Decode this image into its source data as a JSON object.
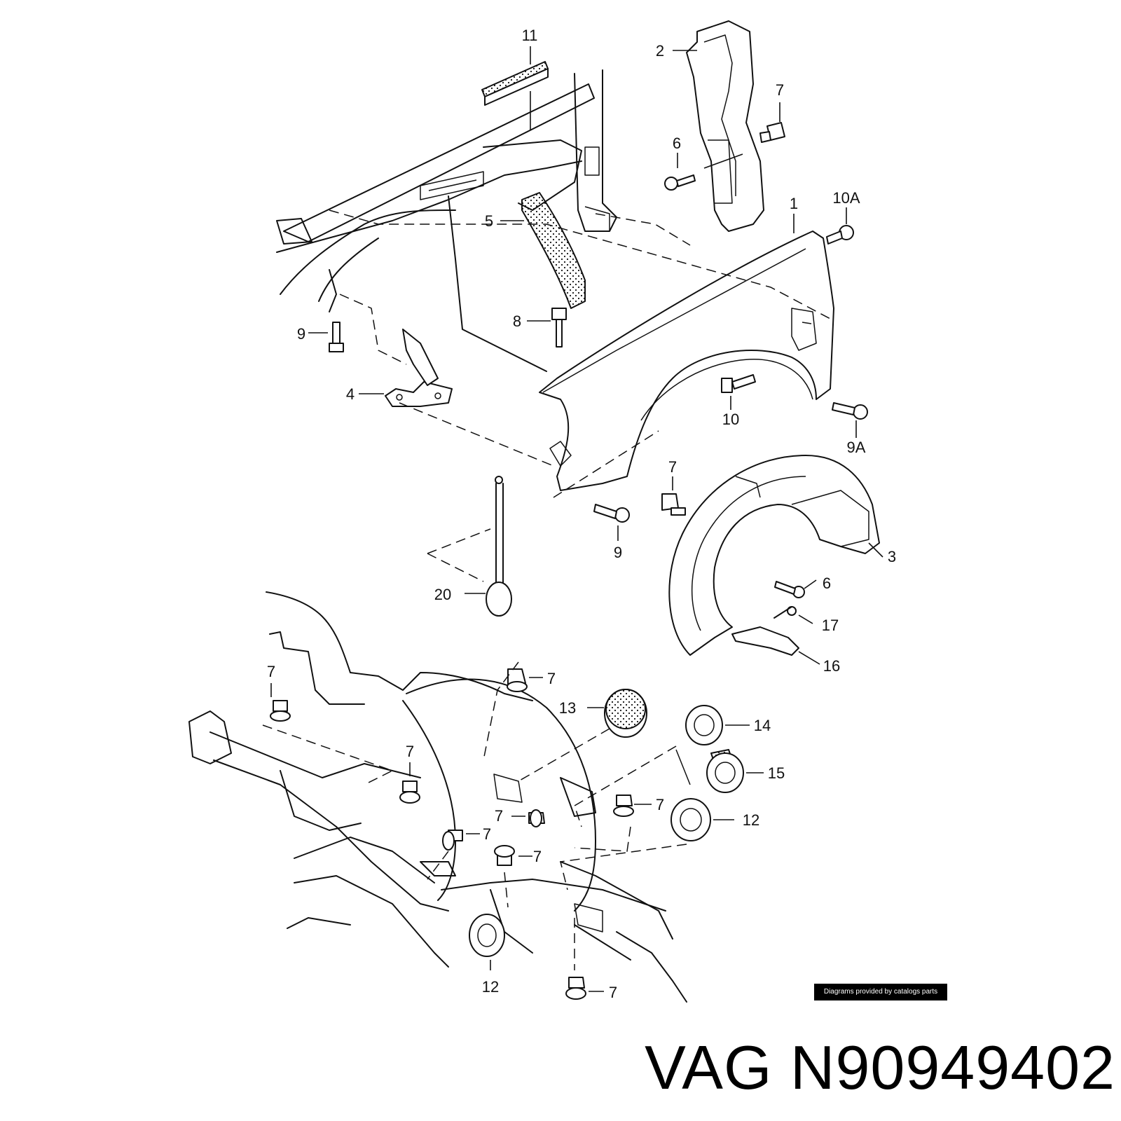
{
  "labels": {
    "l11": "11",
    "l2": "2",
    "l7a": "7",
    "l6a": "6",
    "l5": "5",
    "l1": "1",
    "l10a": "10A",
    "l9a": "9",
    "l8": "8",
    "l4": "4",
    "l10": "10",
    "l9A": "9A",
    "l7b": "7",
    "l3": "3",
    "l6b": "6",
    "l9b": "9",
    "l20": "20",
    "l17": "17",
    "l16": "16",
    "l7c": "7",
    "l7d": "7",
    "l13": "13",
    "l14": "14",
    "l15": "15",
    "l7e": "7",
    "l7f": "7",
    "l7g": "7",
    "l7h": "7",
    "l12a": "12",
    "l7i": "7",
    "l12b": "12",
    "l7j": "7"
  },
  "credit": "Diagrams provided by catalogs parts",
  "brand": "VAG",
  "part_number": "N90949402"
}
